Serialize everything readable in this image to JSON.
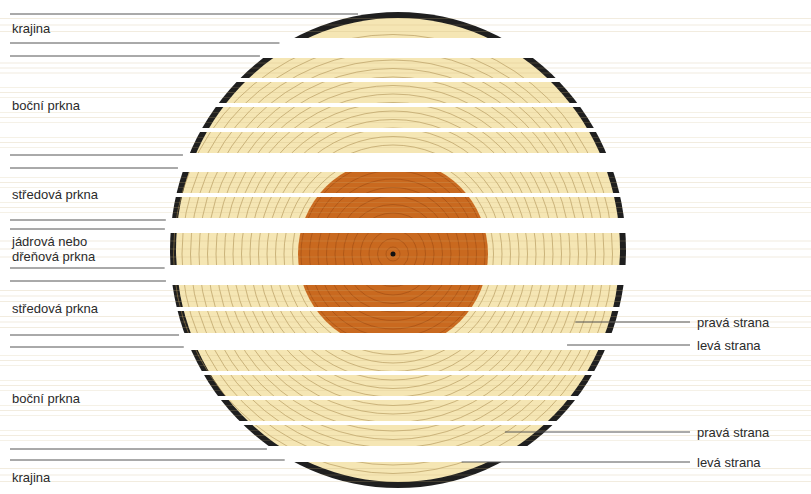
{
  "diagram": {
    "labels": [
      "krajina",
      "boční prkna",
      "středová prkna",
      "jádrová nebo dřeňová prkna",
      "středová prkna",
      "pravá strana",
      "levá strana",
      "boční prkna",
      "pravá strana",
      "levá strana",
      "krajina"
    ]
  }
}
